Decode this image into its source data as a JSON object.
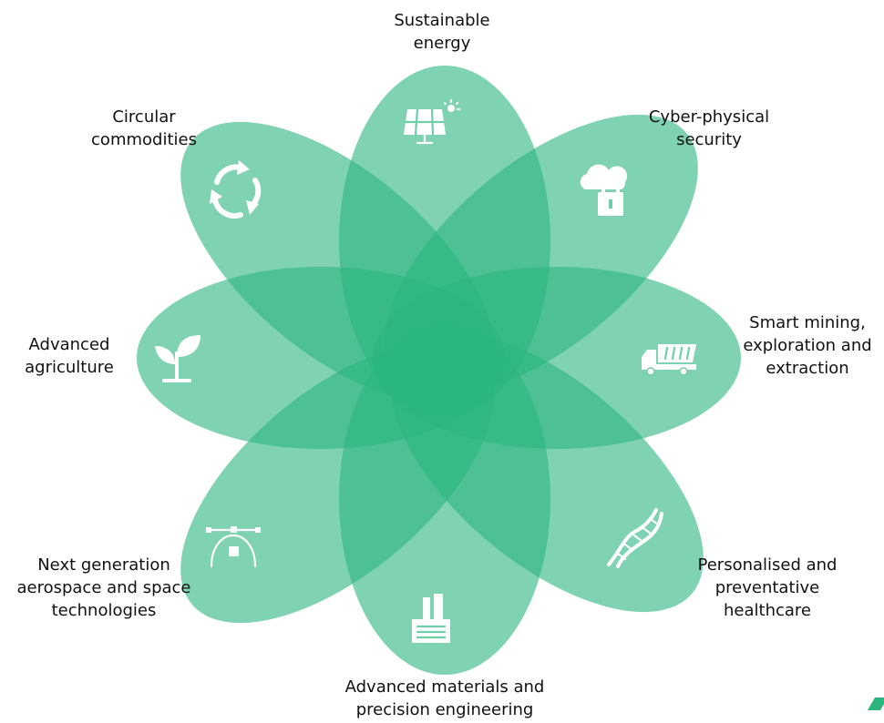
{
  "diagram": {
    "petal_color": "#2bb67f",
    "icon_color": "#ffffff",
    "petals": [
      {
        "id": "sustainable-energy",
        "label": "Sustainable\nenergy",
        "icon": "solar-panel-icon"
      },
      {
        "id": "cyber-physical-security",
        "label": "Cyber-physical\nsecurity",
        "icon": "cloud-lock-icon"
      },
      {
        "id": "smart-mining",
        "label": "Smart mining,\nexploration and\nextraction",
        "icon": "dump-truck-icon"
      },
      {
        "id": "healthcare",
        "label": "Personalised and\npreventative\nhealthcare",
        "icon": "dna-icon"
      },
      {
        "id": "advanced-materials",
        "label": "Advanced materials and\nprecision engineering",
        "icon": "factory-icon"
      },
      {
        "id": "aerospace",
        "label": "Next generation\naerospace and space\ntechnologies",
        "icon": "vector-pen-icon"
      },
      {
        "id": "agriculture",
        "label": "Advanced\nagriculture",
        "icon": "sprout-icon"
      },
      {
        "id": "circular-commodities",
        "label": "Circular\ncommodities",
        "icon": "recycle-icon"
      }
    ]
  }
}
